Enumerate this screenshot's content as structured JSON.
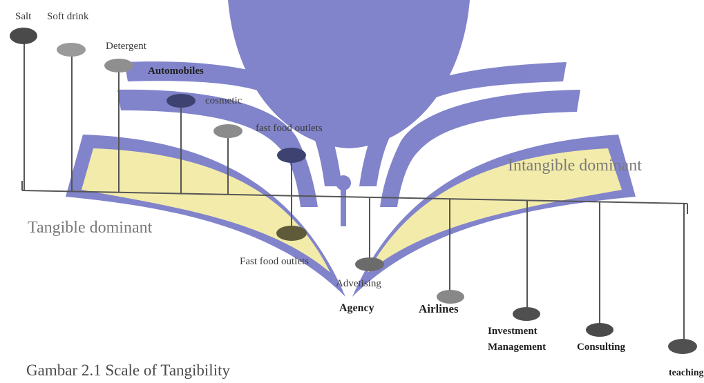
{
  "diagram": {
    "watermark_color": "#6e71c1",
    "highlight_color": "#f3eaa6",
    "tangible_items": [
      {
        "label": "Salt",
        "dot_color": "#4a4a4a"
      },
      {
        "label": "Soft drink",
        "dot_color": "#9a9a9a"
      },
      {
        "label": "Detergent",
        "dot_color": "#8f8f8f"
      },
      {
        "label": "Automobiles",
        "dot_color": "#555555"
      },
      {
        "label": "cosmetic",
        "dot_color": "#3d4270"
      },
      {
        "label": "fast food outlets",
        "dot_color": "#8b8b8b"
      }
    ],
    "intangible_items": [
      {
        "label": "Fast food outlets",
        "dot_color": "#5e5a3a"
      },
      {
        "label": "Advetising",
        "dot_color": "#6b6b6b"
      },
      {
        "label": "Agency",
        "dot_color": "#6b6b6b"
      },
      {
        "label": "Airlines",
        "dot_color": "#888888"
      },
      {
        "label": "Investment",
        "dot_color": "#4f4f4f"
      },
      {
        "label": "Management",
        "dot_color": "#4f4f4f"
      },
      {
        "label": "Consulting",
        "dot_color": "#4a4a4a"
      },
      {
        "label": "teaching",
        "dot_color": "#505050"
      }
    ],
    "axis_labels": {
      "tangible": "Tangible dominant",
      "intangible": "Intangible dominant"
    },
    "caption": "Gambar 2.1 Scale of Tangibility"
  }
}
